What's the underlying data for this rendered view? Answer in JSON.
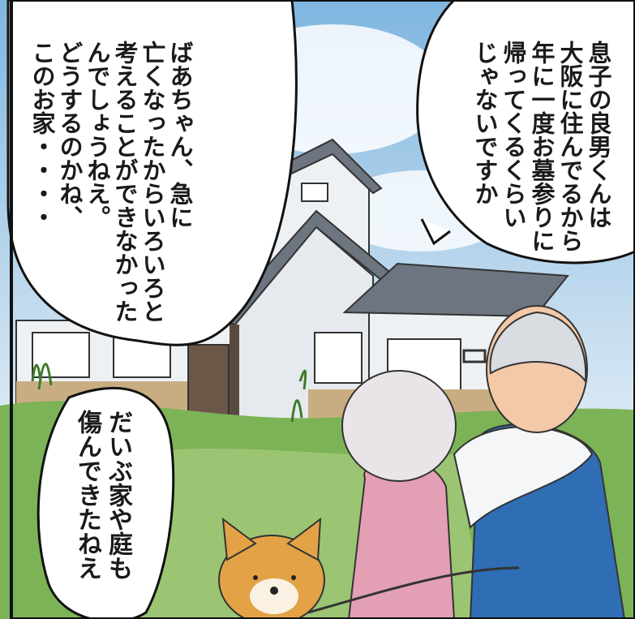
{
  "bubbles": {
    "grandma": {
      "lines": [
        "ばあちゃん、急に",
        "亡くなったからいろいろと",
        "考えることができなかった",
        "んでしょうねえ。",
        "どうするのかね、",
        "このお家・・・・"
      ]
    },
    "grandpa": {
      "lines": [
        "息子の良男くんは",
        "大阪に住んでるから",
        "年に一度お墓参りに",
        "帰ってくるくらい",
        "じゃないですか"
      ]
    },
    "house": {
      "lines": [
        "だいぶ家や庭も",
        "傷んできたねえ"
      ]
    }
  },
  "colors": {
    "sky": "#7fb6e0",
    "wall": "#eef1f4",
    "roof": "#6d7580",
    "grass": "#6fa64a",
    "pink_hoodie": "#e39fb4",
    "blue_jacket": "#2f6db5",
    "dog": "#e2a245"
  }
}
